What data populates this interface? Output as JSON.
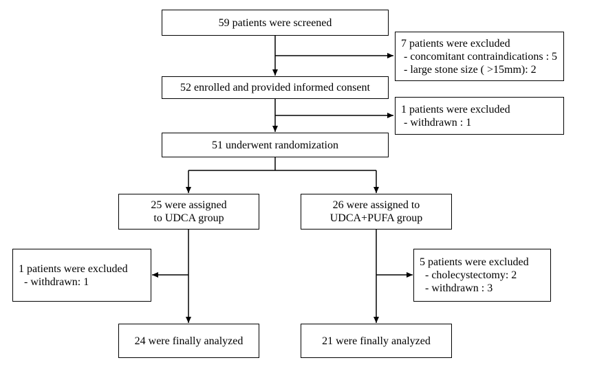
{
  "flow": {
    "screened": "59 patients were screened",
    "excluded_1": {
      "title": "7 patients were excluded",
      "items": [
        " - concomitant contraindications : 5",
        " - large stone size ( >15mm): 2"
      ]
    },
    "enrolled": "52 enrolled and provided informed consent",
    "excluded_2": {
      "title": "1 patients were excluded",
      "items": [
        " - withdrawn : 1"
      ]
    },
    "randomized": "51 underwent randomization",
    "udca_group": {
      "line1": "25 were assigned",
      "line2": "to UDCA group"
    },
    "pufa_group": {
      "line1": "26 were assigned to",
      "line2": "UDCA+PUFA group"
    },
    "excluded_udca": {
      "title": "1 patients were excluded",
      "items": [
        "  - withdrawn: 1"
      ]
    },
    "excluded_pufa": {
      "title": "5 patients were excluded",
      "items": [
        "  - cholecystectomy: 2",
        "  - withdrawn : 3"
      ]
    },
    "analyzed_udca": "24 were finally analyzed",
    "analyzed_pufa": "21 were finally analyzed"
  }
}
